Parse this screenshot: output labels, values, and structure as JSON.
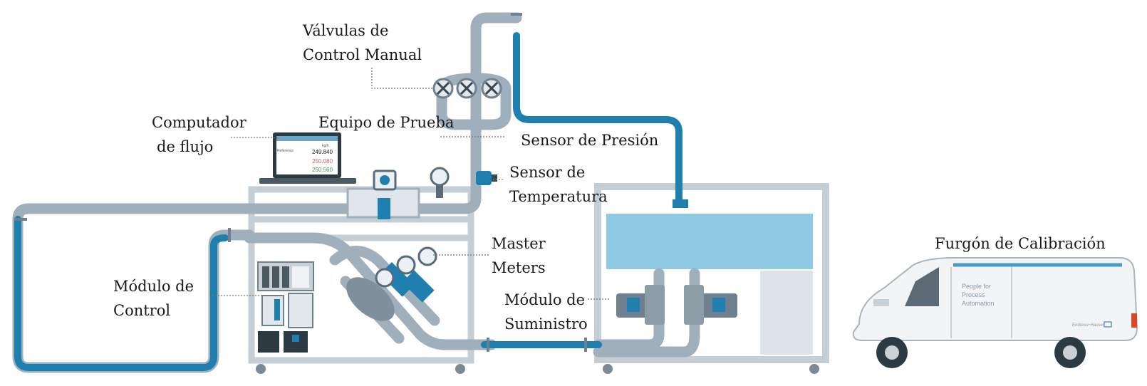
{
  "labels": {
    "valvulas": {
      "line1": "Válvulas de",
      "line2": "Control Manual"
    },
    "computador": {
      "line1": "Computador",
      "line2": "de flujo"
    },
    "equipo": "Equipo de Prueba",
    "presion": "Sensor de Presión",
    "temperatura": {
      "line1": "Sensor de",
      "line2": "Temperatura"
    },
    "master": {
      "line1": "Master",
      "line2": "Meters"
    },
    "modulo_control": {
      "line1": "Módulo de",
      "line2": "Control"
    },
    "modulo_suministro": {
      "line1": "Módulo de",
      "line2": "Suministro"
    },
    "furgon": "Furgón de Calibración"
  },
  "laptop_screen": {
    "row1_label": "Reference",
    "row1_value": "249.840",
    "row2_value": "250.080",
    "row3_value": "250.560",
    "header": "kg/h"
  },
  "van": {
    "slogan1": "People for",
    "slogan2": "Process",
    "slogan3": "Automation",
    "brand": "Endress+Hauser"
  },
  "colors": {
    "pipe_gray": "#9fb0bc",
    "pipe_blue": "#1f7fae",
    "frame": "#c5ced5",
    "water": "#8ecbe3",
    "valve": "#6f8190",
    "van_body": "#f3f4f5"
  }
}
